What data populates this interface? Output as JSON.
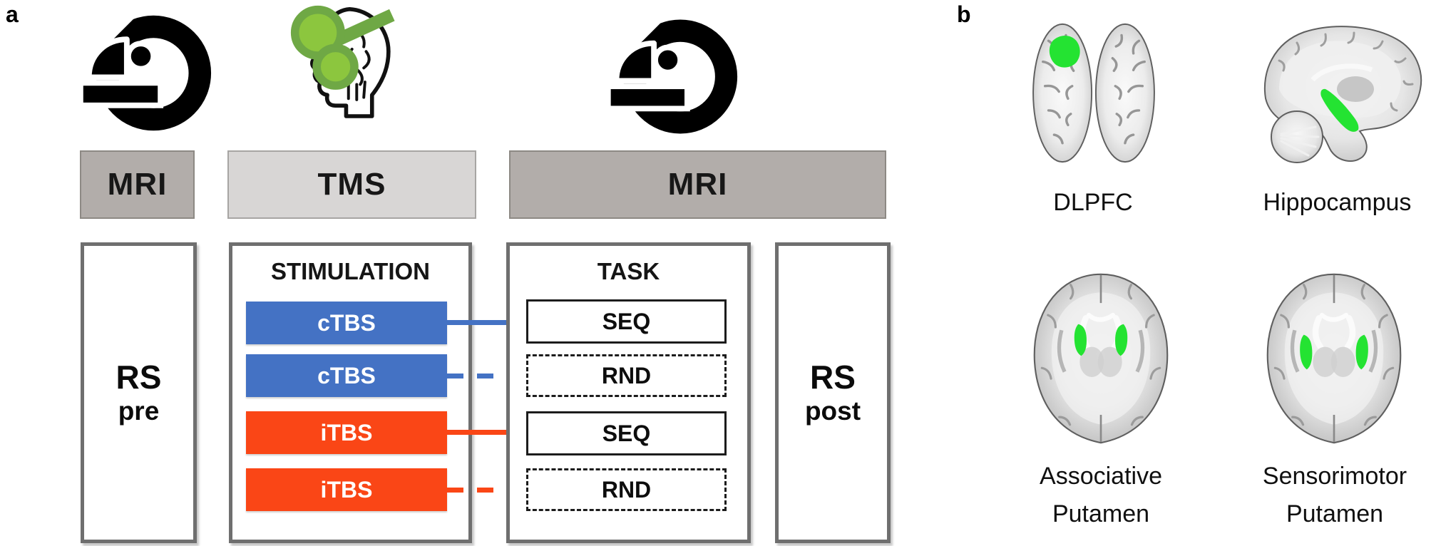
{
  "figure": {
    "panel_a_label": "a",
    "panel_b_label": "b"
  },
  "panel_a": {
    "phases": [
      {
        "label": "MRI"
      },
      {
        "label": "TMS"
      },
      {
        "label": "MRI"
      }
    ],
    "rs_pre": {
      "line1": "RS",
      "line2": "pre"
    },
    "rs_post": {
      "line1": "RS",
      "line2": "post"
    },
    "stimulation": {
      "title": "STIMULATION",
      "bars": [
        {
          "label": "cTBS",
          "color": "#4472C4",
          "connector": "solid"
        },
        {
          "label": "cTBS",
          "color": "#4472C4",
          "connector": "dashed"
        },
        {
          "label": "iTBS",
          "color": "#FA4616",
          "connector": "solid"
        },
        {
          "label": "iTBS",
          "color": "#FA4616",
          "connector": "dashed"
        }
      ]
    },
    "task": {
      "title": "TASK",
      "conditions": [
        {
          "label": "SEQ",
          "border": "solid"
        },
        {
          "label": "RND",
          "border": "dashed"
        },
        {
          "label": "SEQ",
          "border": "solid"
        },
        {
          "label": "RND",
          "border": "dashed"
        }
      ]
    },
    "icons": [
      "mri-scanner-icon",
      "tms-coil-head-icon",
      "mri-scanner-icon"
    ]
  },
  "panel_b": {
    "regions": [
      {
        "label": "DLPFC"
      },
      {
        "label": "Hippocampus"
      },
      {
        "label": "Associative\nPutamen"
      },
      {
        "label": "Sensorimotor\nPutamen"
      }
    ]
  },
  "colors": {
    "ctbs_blue": "#4472C4",
    "itbs_orange": "#FA4616",
    "roi_green": "#24E332",
    "coil_green": "#8CC63E",
    "coil_green_dark": "#6FA845",
    "phase_gray_dark": "#B2ADAA",
    "phase_gray_light": "#D8D6D5",
    "frame_border_gray": "#6F6F6F"
  }
}
